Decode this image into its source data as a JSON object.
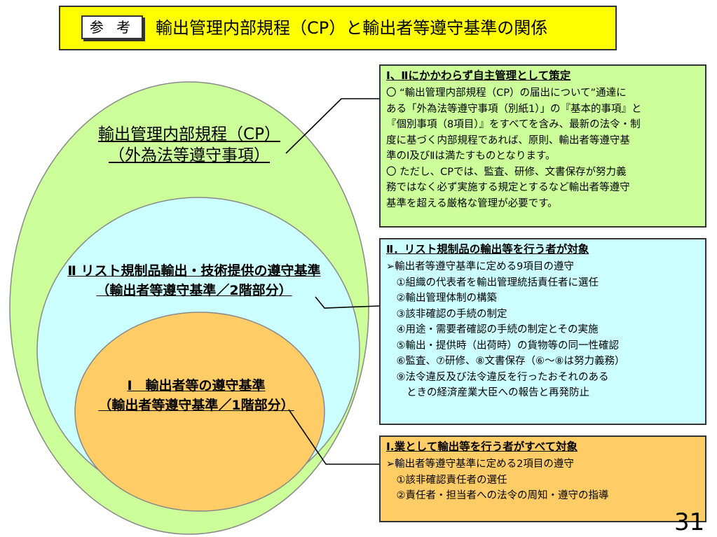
{
  "title_bar": {
    "ref_tag": "参 考",
    "title": "輸出管理内部規程（CP）と輸出者等遵守基準の関係"
  },
  "ellipse_labels": {
    "cp": [
      "輸出管理内部規程（CP）",
      "（外為法等遵守事項）"
    ],
    "ii": [
      "Ⅱ リスト規制品輸出・技術提供の遵守基準",
      "（輸出者等遵守基準／2階部分）"
    ],
    "i": [
      "Ⅰ　輸出者等の遵守基準",
      "（輸出者等遵守基準／1階部分）"
    ]
  },
  "boxes": {
    "cp": {
      "heading": "Ⅰ、Ⅱにかかわらず自主管理として策定",
      "lines": [
        "〇 “輸出管理内部規程（CP）の届出について”通達に",
        "ある「外為法等遵守事項（別紙1）」の『基本的事項』と",
        "『個別事項（8項目）』をすべてを含み、最新の法令・制",
        "度に基づく内部規程であれば、原則、輸出者等遵守基",
        "準のⅠ及びⅡは満たすものとなります。",
        "〇 ただし、CPでは、監査、研修、文書保存が努力義",
        "務ではなく必ず実施する規定とするなど輸出者等遵守",
        "基準を超える厳格な管理が必要です。"
      ]
    },
    "ii": {
      "heading": "Ⅱ．リスト規制品の輸出等を行う者が対象",
      "lines": [
        "➢輸出者等遵守基準に定める9項目の遵守",
        "　①組織の代表者を輸出管理統括責任者に選任",
        "　②輸出管理体制の構築",
        "　③該非確認の手続の制定",
        "　④用途・需要者確認の手続の制定とその実施",
        "　⑤輸出・提供時（出荷時）の貨物等の同一性確認",
        "　⑥監査、⑦研修、⑧文書保存（⑥～⑧は努力義務）",
        "　⑨法令違反及び法令違反を行ったおそれのある",
        "　　ときの経済産業大臣への報告と再発防止"
      ]
    },
    "i": {
      "heading": "Ⅰ.業として輸出等を行う者がすべて対象",
      "lines": [
        "➢輸出者等遵守基準に定める2項目の遵守",
        "　①該非確認責任者の選任",
        "　②責任者・担当者への法令の周知・遵守の指導"
      ]
    }
  },
  "page_number": "31",
  "colors": {
    "title_bg": "#ffff00",
    "cp_fill": "#ccff99",
    "ii_fill": "#ccffff",
    "i_fill": "#ffcc66"
  }
}
